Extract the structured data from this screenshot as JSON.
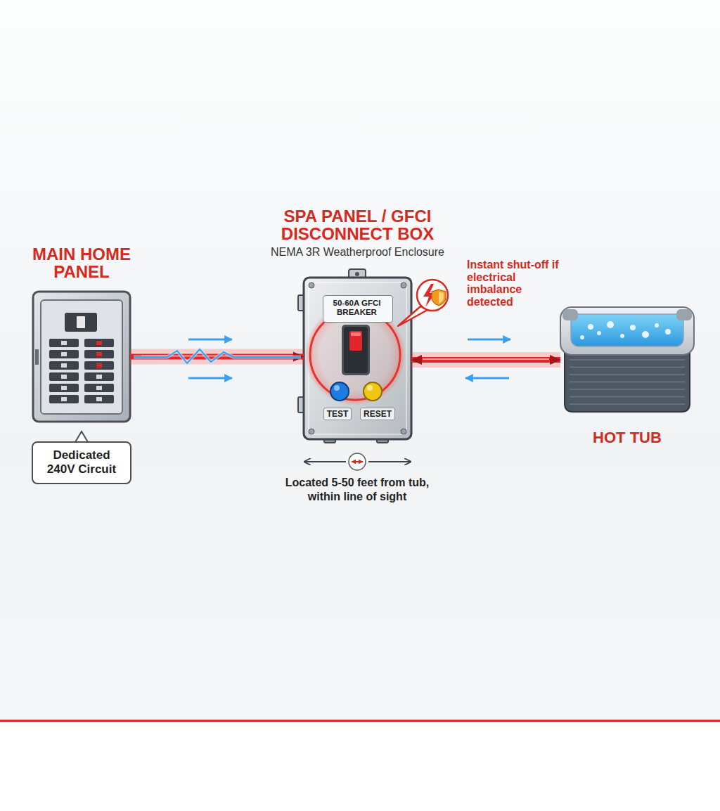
{
  "diagram": {
    "nodes": [
      {
        "text": [
          "MAIN HOME PANEL"
        ]
      },
      {
        "text": [
          "Dedicated 240V Circuit"
        ]
      },
      {
        "text": [
          "SPA PANEL / GFCI DISCONNECT BOX",
          "NEMA 3R Weatherproof Enclosure"
        ]
      },
      {
        "text": [
          "50-60A GFCI BREAKER"
        ],
        "in": 2
      },
      {
        "text": [
          "HOT TUB"
        ]
      }
    ],
    "edges": [
      {
        "from": 0,
        "to": 2,
        "arrow": "to"
      },
      {
        "from": 2,
        "to": 4,
        "arrow": "both"
      }
    ],
    "labels": [
      "Instant shut-off if electrical imbalance detected",
      "TEST",
      "RESET",
      "Located 5-50 feet from tub, within line of sight"
    ]
  }
}
